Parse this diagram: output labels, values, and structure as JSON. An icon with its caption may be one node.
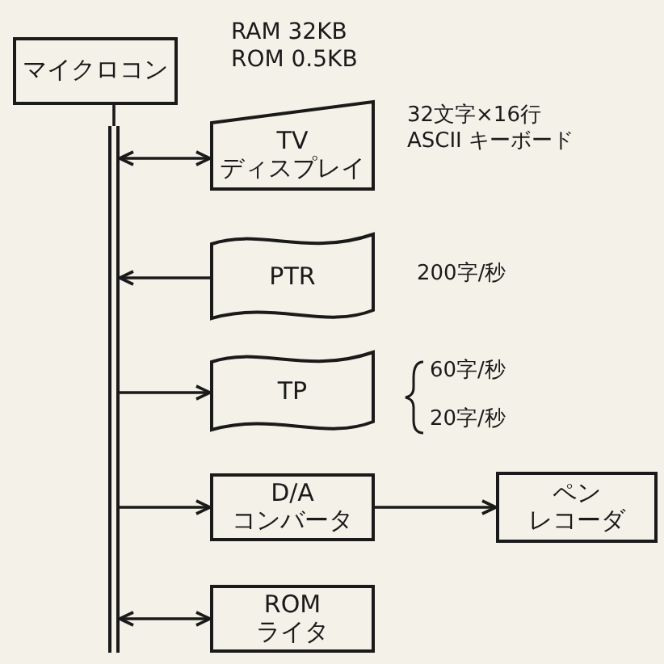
{
  "diagram": {
    "nodes": [
      {
        "text": [
          "マイクロコン"
        ],
        "beside": [
          "RAM 32KB",
          "ROM 0.5KB"
        ]
      },
      {
        "text": [],
        "shape": "bar"
      },
      {
        "text": [
          "TV",
          "ディスプレイ"
        ],
        "beside": [
          "32文字×16行",
          "ASCII キーボード"
        ]
      },
      {
        "text": [
          "PTR"
        ],
        "beside": [
          "200字/秒"
        ]
      },
      {
        "text": [
          "TP"
        ],
        "beside": [
          "60字/秒",
          "20字/秒"
        ]
      },
      {
        "text": [
          "D/A",
          "コンバータ"
        ]
      },
      {
        "text": [
          "ペン",
          "レコーダ"
        ]
      },
      {
        "text": [
          "ROM",
          "ライタ"
        ]
      }
    ],
    "edges": [
      {
        "from": 0,
        "to": 1,
        "arrow": "none"
      },
      {
        "from": 1,
        "to": 2,
        "arrow": "both"
      },
      {
        "from": 3,
        "to": 1,
        "arrow": "to"
      },
      {
        "from": 1,
        "to": 4,
        "arrow": "to"
      },
      {
        "from": 1,
        "to": 5,
        "arrow": "to"
      },
      {
        "from": 5,
        "to": 6,
        "arrow": "to"
      },
      {
        "from": 1,
        "to": 7,
        "arrow": "both"
      }
    ]
  }
}
